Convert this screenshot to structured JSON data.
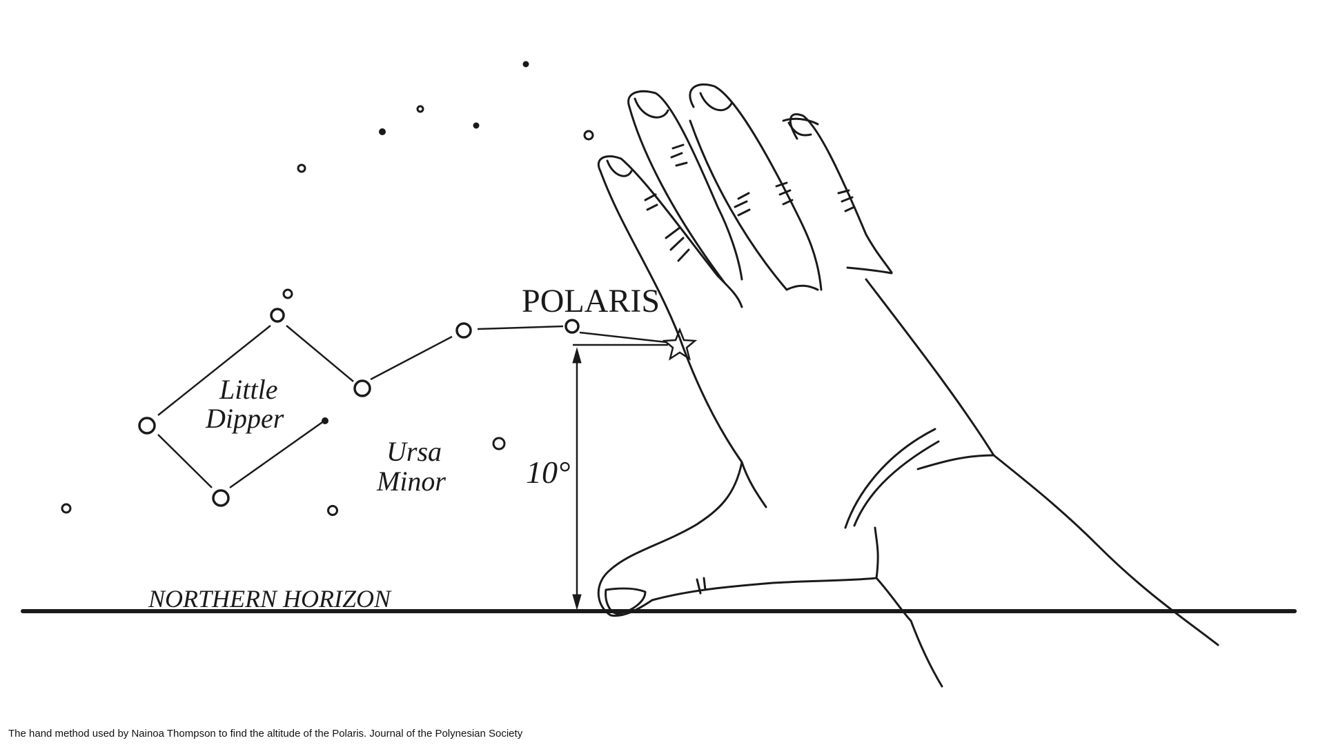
{
  "diagram": {
    "labels": {
      "polaris": "POLARIS",
      "little_dipper_line1": "Little",
      "little_dipper_line2": "Dipper",
      "ursa_minor_line1": "Ursa",
      "ursa_minor_line2": "Minor",
      "angle": "10°",
      "horizon": "NORTHERN HORIZON"
    },
    "icons": {
      "polaris_star": "star-icon",
      "hand": "hand-icon"
    },
    "colors": {
      "ink": "#1a1a1a",
      "background": "#ffffff"
    }
  },
  "caption": "The hand method used by Nainoa Thompson to find the altitude of the Polaris. Journal of the Polynesian Society"
}
